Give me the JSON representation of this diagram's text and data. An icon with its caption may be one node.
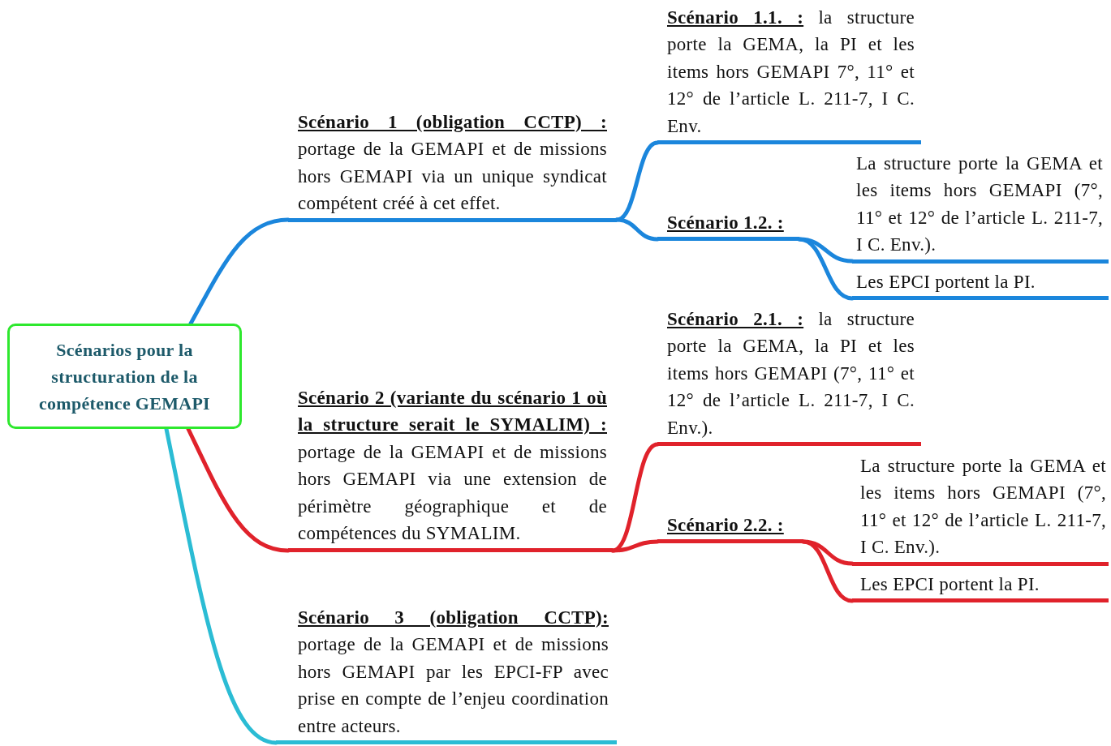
{
  "diagram": {
    "nodes": [
      {
        "text": [
          "Scénarios pour la structuration de la compétence GEMAPI"
        ]
      },
      {
        "text": [
          "**Scénario 1 (obligation CCTP) :** portage de la GEMAPI et de missions hors GEMAPI via un unique syndicat compétent créé à cet effet."
        ]
      },
      {
        "text": [
          "**Scénario 1.1. :** la structure porte la GEMA, la PI et les items hors GEMAPI 7°, 11° et 12° de l’article L. 211-7, I C. Env."
        ]
      },
      {
        "text": [
          "Scénario 1.2. :"
        ]
      },
      {
        "text": [
          "La structure porte la GEMA et les items hors GEMAPI (7°, 11° et 12° de l’article L. 211-7, I C. Env.)."
        ]
      },
      {
        "text": [
          "Les EPCI portent la PI."
        ]
      },
      {
        "text": [
          "**Scénario 2 (variante du scénario 1 où la structure serait le SYMALIM) :** portage de la GEMAPI et de missions hors GEMAPI via une extension de périmètre géographique et de compétences du SYMALIM."
        ]
      },
      {
        "text": [
          "**Scénario 2.1. :** la structure porte la GEMA, la PI et les items hors GEMAPI (7°, 11° et 12° de l’article L. 211-7, I C. Env.)."
        ]
      },
      {
        "text": [
          "Scénario 2.2. :"
        ]
      },
      {
        "text": [
          "La structure porte la GEMA et les items hors GEMAPI (7°, 11° et 12° de l’article L. 211-7, I C. Env.)."
        ]
      },
      {
        "text": [
          "Les EPCI portent la PI."
        ]
      },
      {
        "text": [
          "**Scénario 3 (obligation CCTP):** portage de la GEMAPI et de missions hors GEMAPI par les EPCI-FP avec prise en compte de l’enjeu coordination entre acteurs."
        ]
      }
    ],
    "edges": [
      {
        "from": 0,
        "to": 1,
        "arrow": "none",
        "color": "#1b86dc"
      },
      {
        "from": 1,
        "to": 2,
        "arrow": "none",
        "color": "#1b86dc"
      },
      {
        "from": 1,
        "to": 3,
        "arrow": "none",
        "color": "#1b86dc"
      },
      {
        "from": 3,
        "to": 4,
        "arrow": "none",
        "color": "#1b86dc"
      },
      {
        "from": 3,
        "to": 5,
        "arrow": "none",
        "color": "#1b86dc"
      },
      {
        "from": 0,
        "to": 6,
        "arrow": "none",
        "color": "#e0222b"
      },
      {
        "from": 6,
        "to": 7,
        "arrow": "none",
        "color": "#e0222b"
      },
      {
        "from": 6,
        "to": 8,
        "arrow": "none",
        "color": "#e0222b"
      },
      {
        "from": 8,
        "to": 9,
        "arrow": "none",
        "color": "#e0222b"
      },
      {
        "from": 8,
        "to": 10,
        "arrow": "none",
        "color": "#e0222b"
      },
      {
        "from": 0,
        "to": 11,
        "arrow": "none",
        "color": "#2bbcd4"
      }
    ]
  }
}
